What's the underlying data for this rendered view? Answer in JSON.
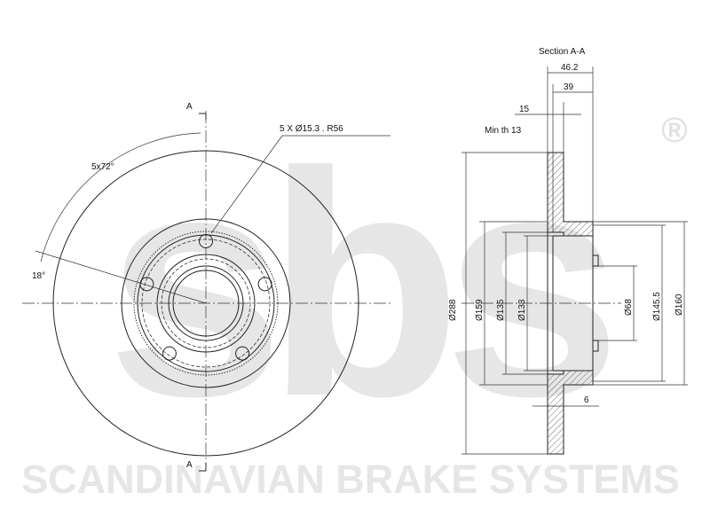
{
  "watermark": {
    "logo_text": "sbs",
    "registered_mark": "®",
    "company_name": "SCANDINAVIAN BRAKE SYSTEMS",
    "color": "#e6e6e6"
  },
  "front_view": {
    "section_mark_top": "A",
    "section_mark_bottom": "A",
    "bolt_spec": "5 X Ø15.3 . R56",
    "bolt_angle": "5x72°",
    "offset_angle": "18°"
  },
  "section_view": {
    "title": "Section A-A",
    "dimensions": {
      "overall_height": "46.2",
      "hat_height": "39",
      "thickness": "15",
      "min_thickness": "Min th 13",
      "diameter_outer": "Ø288",
      "diameter_159": "Ø159",
      "diameter_135": "Ø135",
      "diameter_133": "Ø133",
      "diameter_center_bore": "Ø68",
      "diameter_145_5": "Ø145.5",
      "diameter_160": "Ø160",
      "hat_wall": "6"
    }
  }
}
